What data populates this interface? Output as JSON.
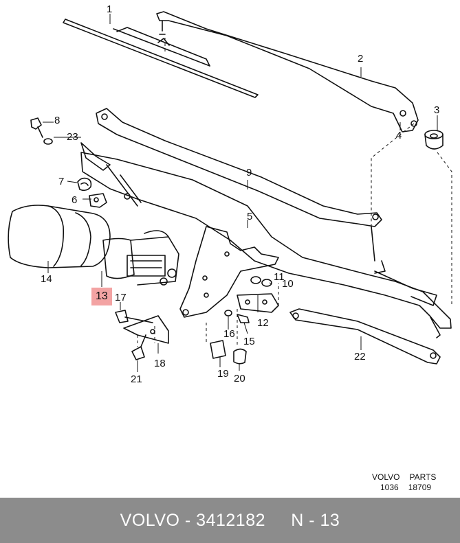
{
  "callouts": {
    "c1": "1",
    "c2": "2",
    "c3": "3",
    "c4": "4",
    "c5": "5",
    "c6": "6",
    "c7": "7",
    "c8": "8",
    "c9": "9",
    "c10": "10",
    "c11": "11",
    "c12": "12",
    "c13": "13",
    "c14": "14",
    "c15": "15",
    "c16": "16",
    "c17": "17",
    "c18": "18",
    "c19": "19",
    "c20": "20",
    "c21": "21",
    "c22": "22",
    "c23": "23"
  },
  "highlight_color": "#f3a3a3",
  "brand": {
    "line1a": "VOLVO",
    "line1b": "PARTS",
    "line2a": "1036",
    "line2b": "18709"
  },
  "footer": {
    "text": "VOLVO - 3412182     N - 13",
    "background": "#8c8c8c"
  }
}
